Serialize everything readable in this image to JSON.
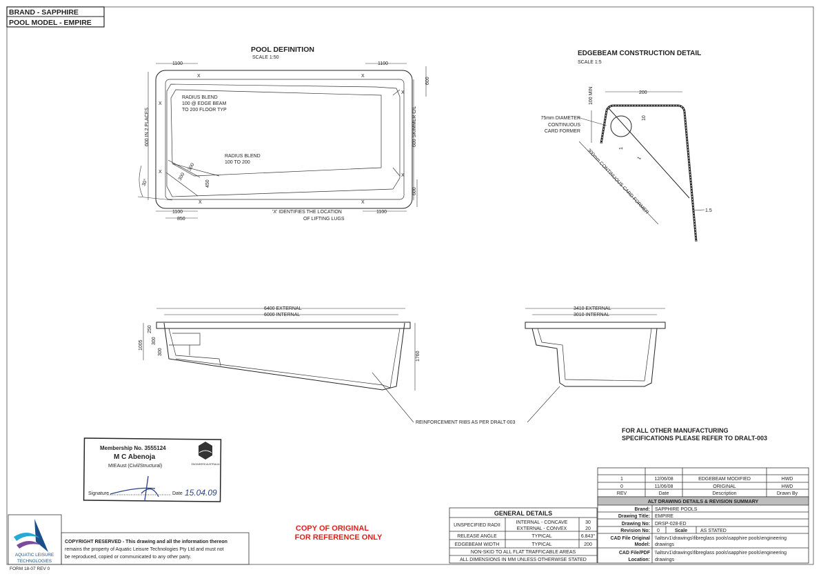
{
  "header": {
    "brand_line": "BRAND - SAPPHIRE",
    "model_line": "POOL MODEL - EMPIRE"
  },
  "pool_definition": {
    "title": "POOL DEFINITION",
    "scale": "SCALE 1:50",
    "dims": {
      "top_left": "1100",
      "top_right": "1100",
      "bottom_left_1100": "1100",
      "bottom_left_850": "850",
      "bottom_right": "1100",
      "right_top": "600",
      "right_bottom": "600",
      "right_skimmer": "600 SKIMMER C/L",
      "left_side": "600 IN 2 PLACES",
      "angle": "30°",
      "step1": "300",
      "step2": "300",
      "step_depth": "450"
    },
    "lug_marker": "X",
    "notes": {
      "radius_blend_1": [
        "RADIUS BLEND",
        "100 @ EDGE BEAM",
        "TO 200 FLOOR TYP"
      ],
      "radius_blend_2": [
        "RADIUS BLEND",
        "100 TO 200"
      ],
      "lifting_lugs": [
        "'X' IDENTIFIES THE LOCATION",
        "OF LIFTING LUGS"
      ]
    }
  },
  "edgebeam_detail": {
    "title": "EDGEBEAM CONSTRUCTION DETAIL",
    "scale": "SCALE 1:5",
    "dims": {
      "width": "200",
      "height": "100 MIN",
      "thickness_top": "10",
      "thickness_wall": "1.5",
      "t1": "1",
      "t2": "1"
    },
    "notes": {
      "former": [
        "75mm DIAMETER",
        "CONTINUOUS",
        "CARD FORMER"
      ],
      "card_former": "300mm CONTINUOUS CARD FORMER"
    }
  },
  "long_section": {
    "external": "6400 EXTERNAL",
    "internal": "6000 INTERNAL",
    "d250": "250",
    "d300a": "300",
    "d300b": "300",
    "d1005": "1005",
    "d1760": "1760"
  },
  "cross_section": {
    "external": "3410 EXTERNAL",
    "internal": "3010 INTERNAL"
  },
  "reinforcement_note": "REINFORCEMENT RIBS AS PER DRALT-003",
  "manufacturing_note": [
    "FOR ALL OTHER MANUFACTURING",
    "SPECIFICATIONS PLEASE REFER TO DRALT-003"
  ],
  "stamp": {
    "membership": "Membership No. 3555124",
    "name": "M C Abenoja",
    "qualification": "MIEAust (Civil/Structural)",
    "signature_label": "Signature",
    "date_label": "Date",
    "date_value": "15.04.09",
    "logo_text": "ENGINEERS AUSTRALIA"
  },
  "company": {
    "logo_text": [
      "AQUATIC LEISURE",
      "TECHNOLOGIES"
    ],
    "form": "FORM 18-07 REV 0",
    "copyright": [
      "COPYRIGHT RESERVED  - This drawing and all the information thereon",
      "remains the property of Aquatic Leisure Technologies Pty Ltd and must not",
      "be reproduced, copied or communicated to any other party."
    ]
  },
  "copy_notice": [
    "COPY OF ORIGINAL",
    "FOR REFERENCE ONLY"
  ],
  "general_details": {
    "title": "GENERAL DETAILS",
    "rows": [
      {
        "label": "UNSPECIFIED RADII",
        "desc": [
          "INTERNAL - CONCAVE",
          "EXTERNAL - CONVEX"
        ],
        "value": [
          "30",
          "20"
        ]
      },
      {
        "label": "RELEASE ANGLE",
        "desc": [
          "TYPICAL"
        ],
        "value": [
          "6.843°"
        ]
      },
      {
        "label": "EDGEBEAM WIDTH",
        "desc": [
          "TYPICAL"
        ],
        "value": [
          "200"
        ]
      }
    ],
    "notes": [
      "NON-SKID TO ALL FLAT TRAFFICABLE AREAS",
      "ALL DIMENSIONS IN MM UNLESS OTHERWISE STATED"
    ]
  },
  "revisions": {
    "headers": [
      "REV",
      "Date",
      "Description",
      "Drawn By"
    ],
    "rows": [
      [
        "1",
        "12/06/08",
        "EDGEBEAM MODIFIED",
        "HWD"
      ],
      [
        "0",
        "11/06/08",
        "ORIGINAL",
        "HWD"
      ]
    ]
  },
  "summary": {
    "title": "ALT DRAWING DETAILS & REVISION SUMMARY",
    "brand_label": "Brand:",
    "brand": "SAPPHIRE POOLS",
    "title_label": "Drawing Title:",
    "drawing_title": "EMPIRE",
    "no_label": "Drawing No:",
    "drawing_no": "DRSP-028-ED",
    "rev_label": "Revision No:",
    "rev": "0",
    "scale_label": "Scale",
    "scale": "AS STATED",
    "cad_label": [
      "CAD File Original",
      "Model:"
    ],
    "cad": [
      "\\\\altsrv1\\drawings\\fibreglass pools\\sapphire pools\\engineering",
      "drawings"
    ],
    "pdf_label": [
      "CAD File/PDF",
      "Location:"
    ],
    "pdf": [
      "\\\\altsrv1\\drawings\\fibreglass pools\\sapphire pools\\engineering",
      "drawings"
    ]
  },
  "colors": {
    "notice_red": "#e0201b",
    "logo_blue": "#1a4f8a",
    "logo_cyan": "#27a9d6",
    "logo_purple": "#7a4b9b",
    "summary_header": "#bdbdbd"
  }
}
